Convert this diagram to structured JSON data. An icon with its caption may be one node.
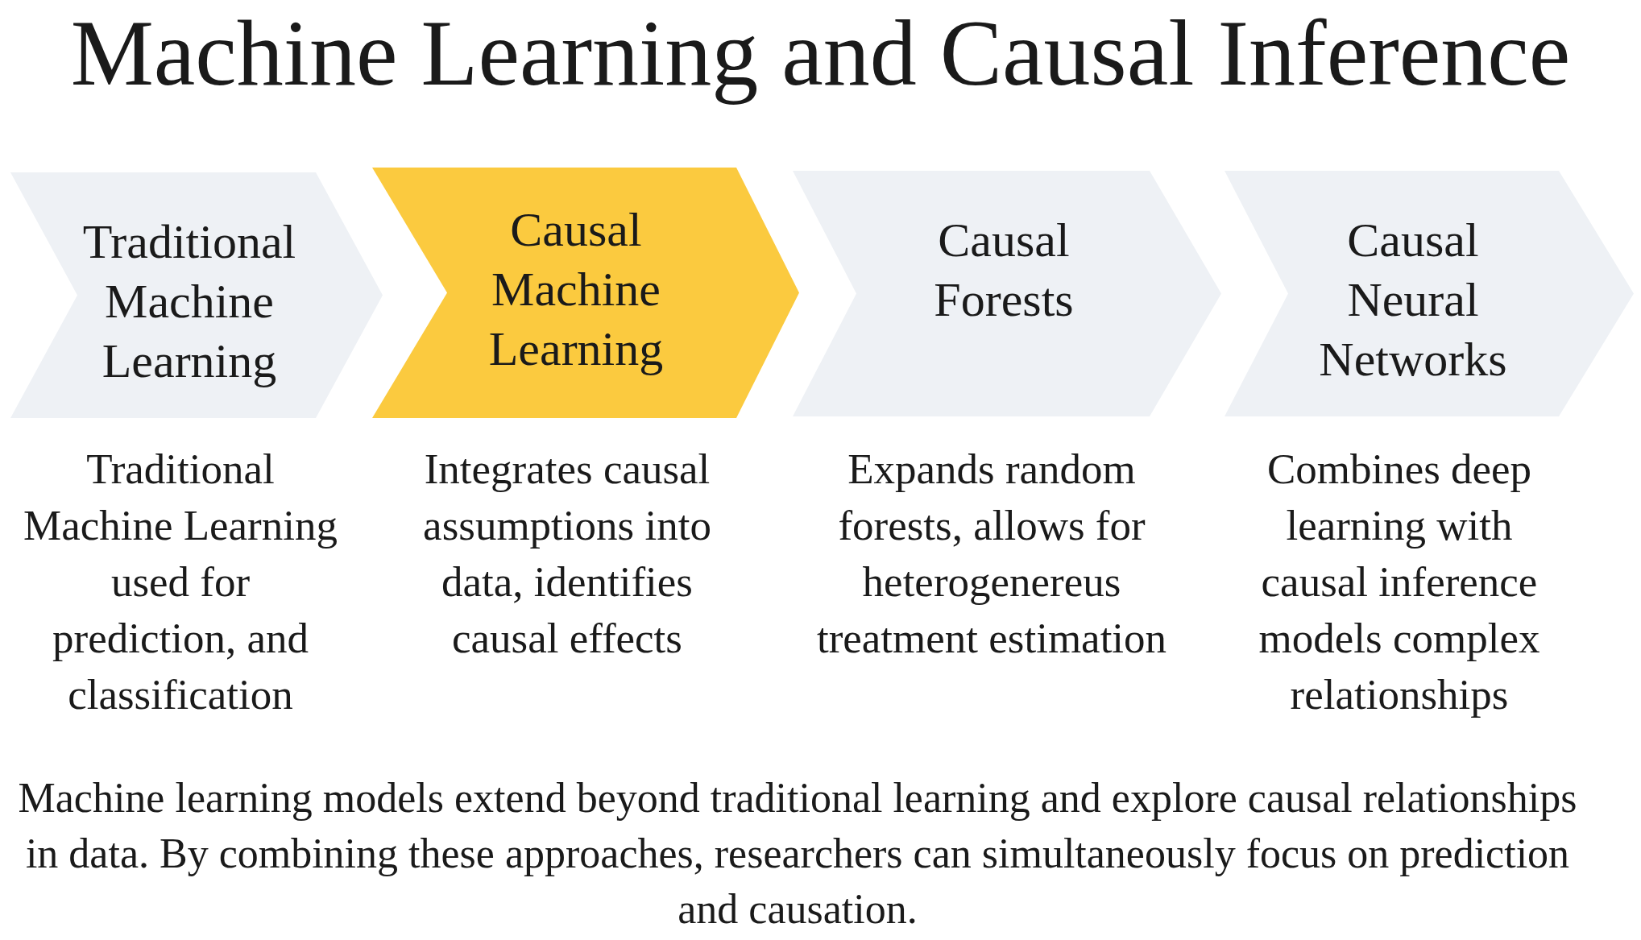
{
  "diagram": {
    "title": "Machine Learning and Causal Inference",
    "nodes": [
      {
        "text": [
          "Traditional Machine Learning"
        ],
        "beside": [
          "Traditional Machine Learning used for prediction, and classification"
        ]
      },
      {
        "text": [
          "Causal Machine Learning"
        ],
        "beside": [
          "Integrates causal assumptions into data, identifies causal effects"
        ]
      },
      {
        "text": [
          "Causal Forests"
        ],
        "beside": [
          "Expands random forests, allows for heterogenereus treatment estimation"
        ]
      },
      {
        "text": [
          "Causal Neural Networks"
        ],
        "beside": [
          "Combines deep learning with causal inference models complex relationships"
        ]
      }
    ],
    "caption": "Machine learning models extend beyond traditional learning and explore causal relationships in data. By combining these approaches, researchers can simultaneously focus on prediction and causation."
  }
}
